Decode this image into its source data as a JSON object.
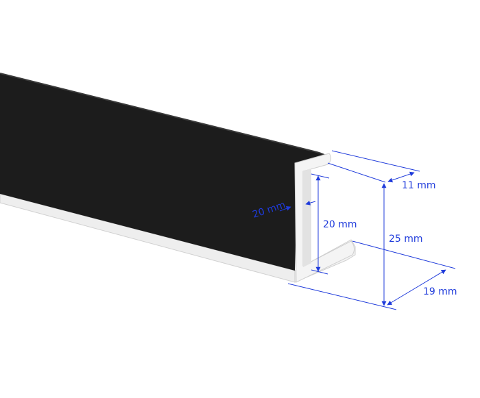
{
  "profile": {
    "colors": {
      "profile_face": "#1c1c1c",
      "profile_shadow": "#0e0e0e",
      "profile_white": "#f2f2f2",
      "profile_white_shade": "#dcdcdc",
      "dimension_line": "#1f3bdb",
      "dimension_text": "#1f3bdb"
    }
  },
  "dimensions": {
    "top_depth": "11 mm",
    "total_height": "25 mm",
    "inner_height": "20 mm",
    "inner_depth": "20 mm",
    "bottom_depth": "19 mm"
  }
}
